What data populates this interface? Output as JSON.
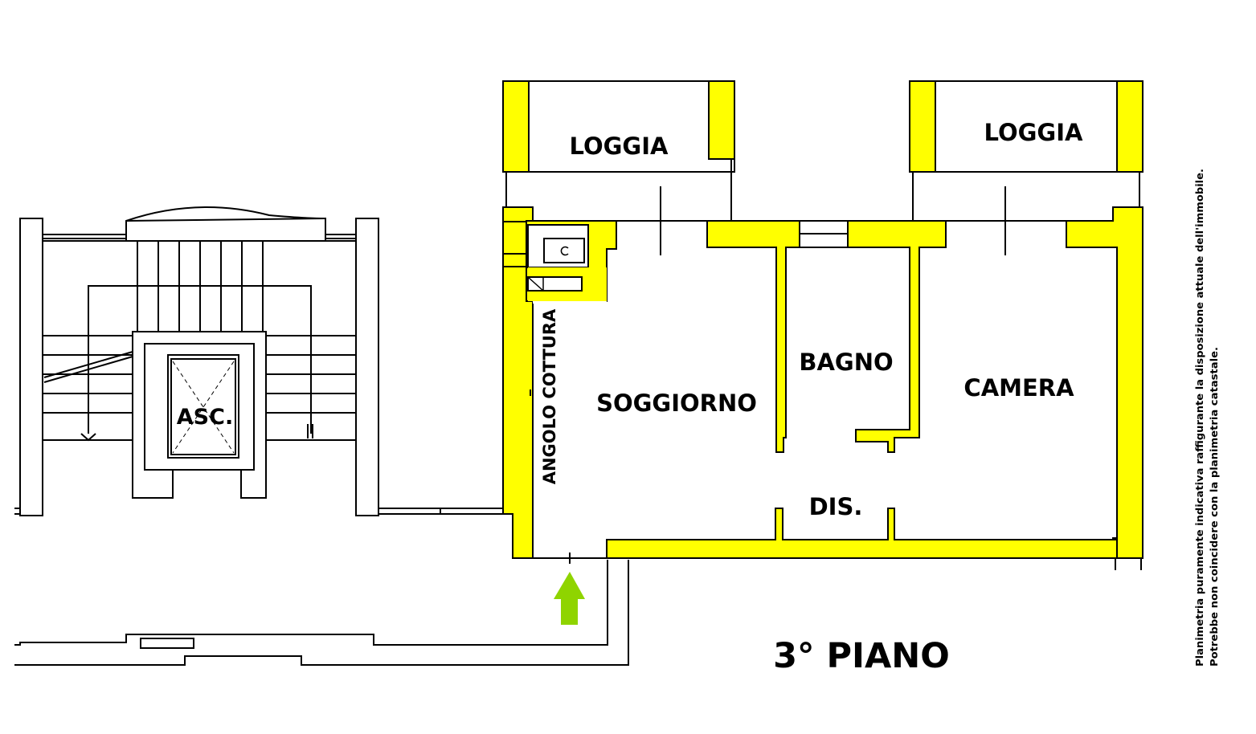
{
  "colors": {
    "wall_fill": "#ffff00",
    "line": "#000000",
    "background": "#ffffff",
    "entrance_arrow": "#8fd400"
  },
  "rooms": {
    "loggia_left": "LOGGIA",
    "loggia_right": "LOGGIA",
    "angolo_cottura": "ANGOLO COTTURA",
    "soggiorno": "SOGGIORNO",
    "bagno": "BAGNO",
    "camera": "CAMERA",
    "disimpegno": "DIS.",
    "ascensore": "ASC."
  },
  "floor_label": "3° PIANO",
  "disclaimer": {
    "line1": "Planimetria puramente indicativa raffigurante la disposizione attuale dell'immobile.",
    "line2": "Potrebbe non coincidere con la planimetria catastale."
  },
  "icons": {
    "entrance": "entrance-arrow-icon",
    "sink": "kitchen-sink-icon",
    "counter": "kitchen-counter-icon",
    "elevator": "elevator-cross-icon",
    "stairs_direction": "stair-direction-arrow-icon"
  }
}
